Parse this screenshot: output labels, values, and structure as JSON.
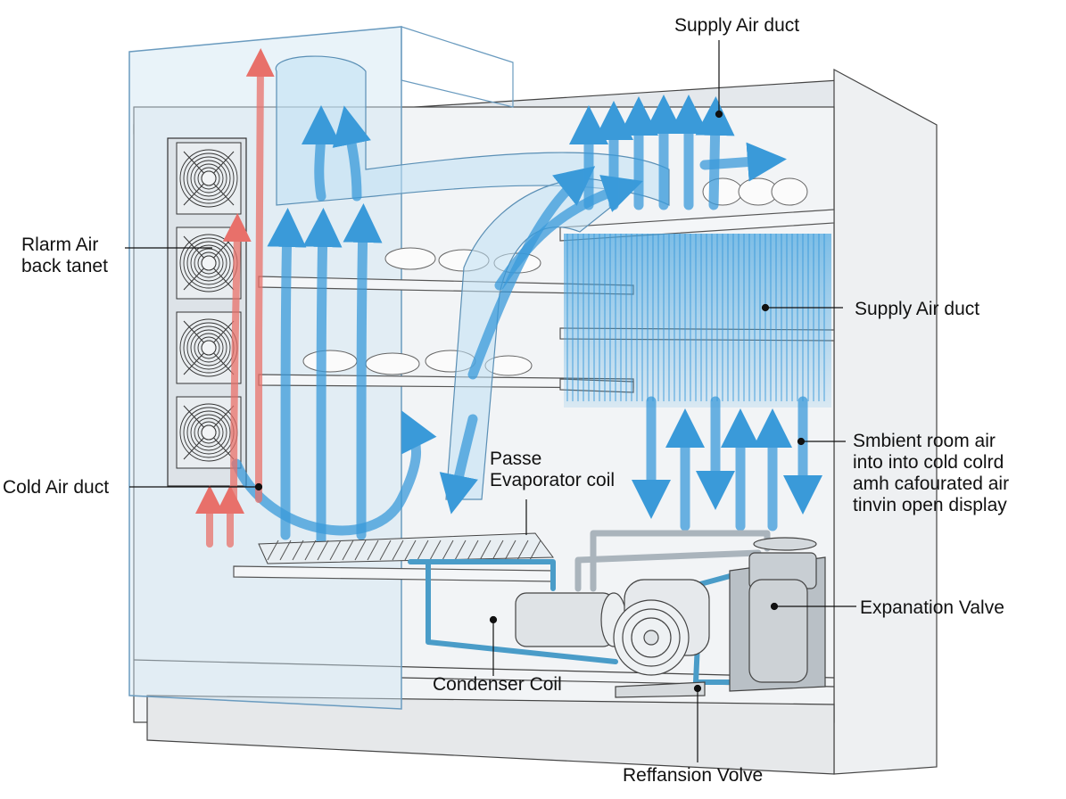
{
  "diagram": {
    "type": "refrigerated open display case cutaway",
    "colors": {
      "cold_air": "#3a9ad9",
      "warm_air": "#e8706a",
      "pipe": "#4a9cc8",
      "outline": "#333333",
      "panel": "#e9edf1",
      "glass": "#cfe4f2"
    },
    "labels": {
      "supply_air_duct_top": "Supply Air duct",
      "warm_air_back_panel": "Rlarm Air\nback tanet",
      "supply_air_duct_right": "Supply Air duct",
      "ambient_room_air": "Smbient room air\ninto into cold colrd\namh cafourated air\ntinvin open display",
      "cold_air_duct": "Cold Air duct",
      "evaporator_coil": "Passe\nEvaporator coil",
      "expansion_valve": "Expanation Valve",
      "condenser_coil": "Condenser Coil",
      "refrigerant_valve": "Reffansion Volve"
    },
    "fan_count": 4
  }
}
